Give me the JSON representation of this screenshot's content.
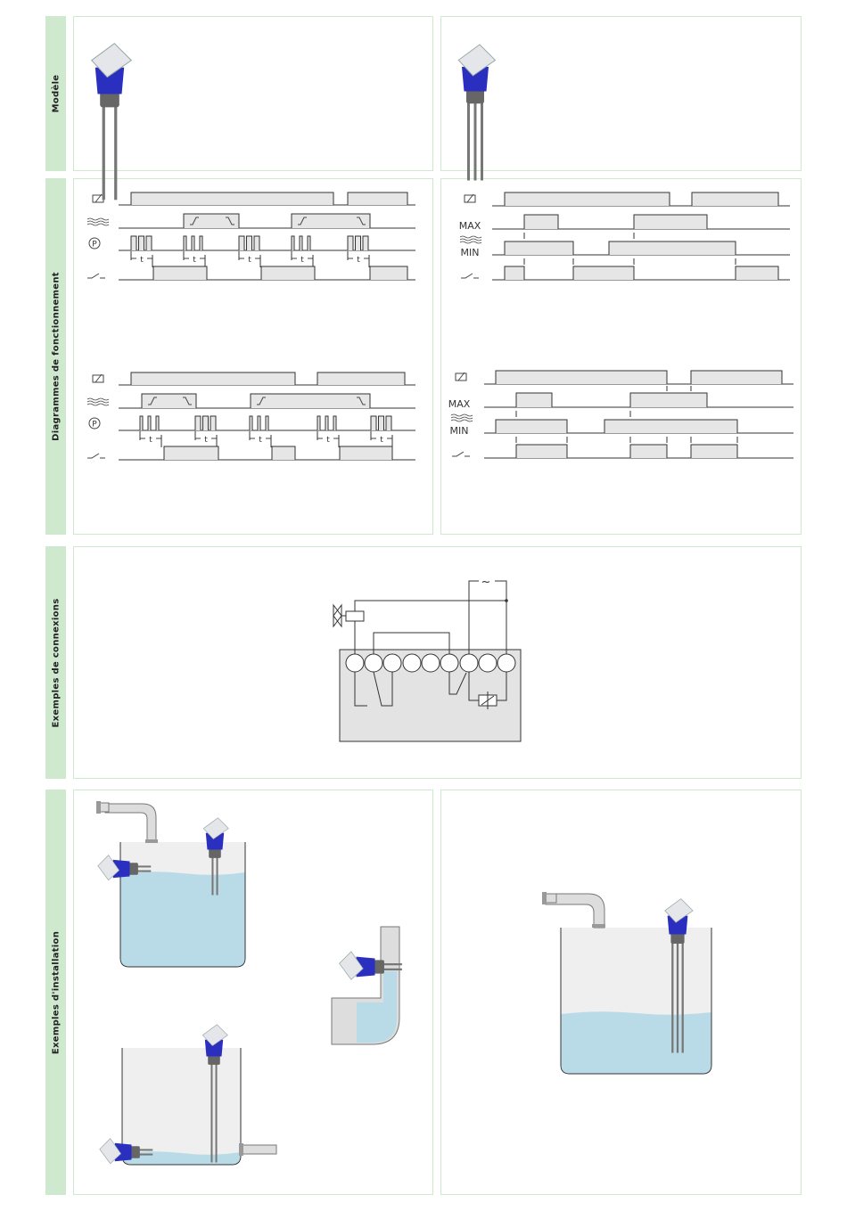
{
  "sections": {
    "model": "Modèle",
    "diagrams": "Diagrammes de fonctionnement",
    "connections": "Exemples de connexions",
    "installation": "Exemples d'installation"
  },
  "diagram_labels": {
    "t": "t",
    "max": "MAX",
    "min": "MIN"
  },
  "connection": {
    "ac_symbol": "~"
  },
  "icons": [
    "power-supply-icon",
    "liquid-level-icon",
    "p-button-icon",
    "switch-contact-icon",
    "valve-icon",
    "relay-coil-icon",
    "sensor-icon"
  ],
  "colors": {
    "sidebar": "#cfe9cf",
    "sensor_blue": "#2a2fbf",
    "water": "#b9dbe8",
    "tank": "#efefef",
    "pulse_fill": "#e6e6e6"
  }
}
